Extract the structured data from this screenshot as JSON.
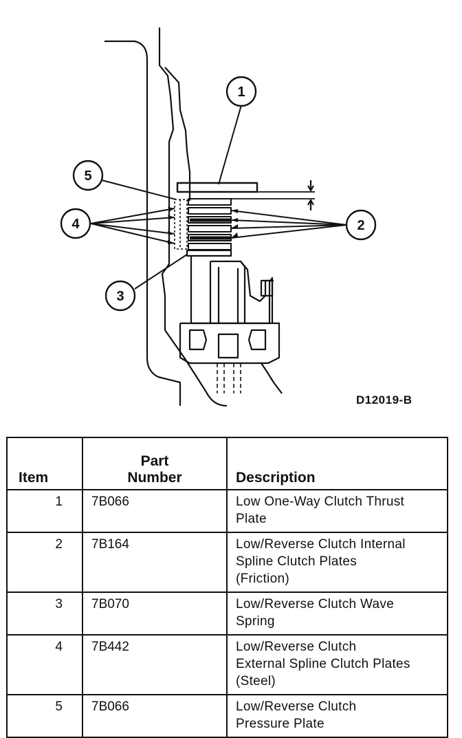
{
  "figure": {
    "id": "D12019-B",
    "callouts": [
      "1",
      "2",
      "3",
      "4",
      "5"
    ]
  },
  "table": {
    "headers": {
      "item": "Item",
      "part_line1": "Part",
      "part_line2": "Number",
      "description": "Description"
    },
    "rows": [
      {
        "item": "1",
        "part": "7B066",
        "desc": [
          "Low One-Way Clutch Thrust",
          "Plate"
        ]
      },
      {
        "item": "2",
        "part": "7B164",
        "desc": [
          "Low/Reverse Clutch Internal",
          "Spline Clutch Plates",
          "(Friction)"
        ]
      },
      {
        "item": "3",
        "part": "7B070",
        "desc": [
          "Low/Reverse Clutch Wave",
          "Spring"
        ]
      },
      {
        "item": "4",
        "part": "7B442",
        "desc": [
          "Low/Reverse Clutch",
          "External Spline Clutch Plates",
          "(Steel)"
        ]
      },
      {
        "item": "5",
        "part": "7B066",
        "desc": [
          "Low/Reverse Clutch",
          "Pressure Plate"
        ]
      }
    ]
  }
}
